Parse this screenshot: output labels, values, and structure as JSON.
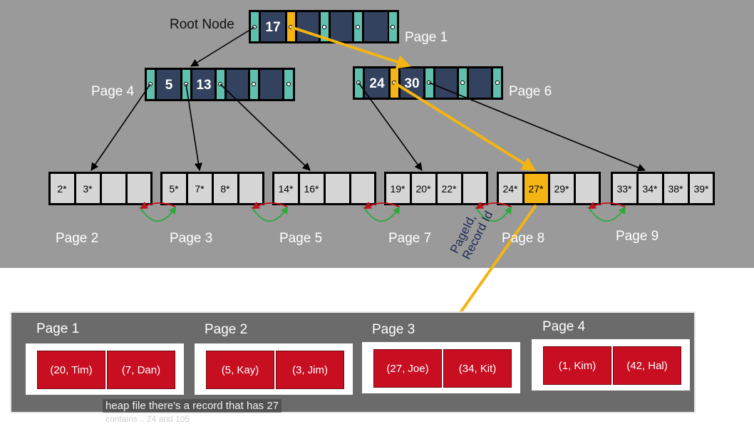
{
  "labels": {
    "root_node": "Root Node",
    "page1": "Page 1",
    "page4": "Page 4",
    "page6": "Page 6",
    "page2": "Page 2",
    "page3": "Page 3",
    "page5": "Page 5",
    "page7": "Page 7",
    "page8": "Page 8",
    "page9": "Page 9",
    "pointer_line1": "PageId,",
    "pointer_line2": "Record Id"
  },
  "internal_nodes": {
    "root": {
      "keys": [
        "17"
      ]
    },
    "page4": {
      "keys": [
        "5",
        "13"
      ]
    },
    "page6": {
      "keys": [
        "24",
        "30"
      ]
    }
  },
  "leaves": [
    {
      "keys": [
        "2*",
        "3*",
        "",
        ""
      ]
    },
    {
      "keys": [
        "5*",
        "7*",
        "8*",
        ""
      ]
    },
    {
      "keys": [
        "14*",
        "16*",
        "",
        ""
      ]
    },
    {
      "keys": [
        "19*",
        "20*",
        "22*",
        ""
      ]
    },
    {
      "keys": [
        "24*",
        "27*",
        "29*",
        ""
      ]
    },
    {
      "keys": [
        "33*",
        "34*",
        "38*",
        "39*"
      ]
    }
  ],
  "heap_file": {
    "pages": [
      {
        "label": "Page 1",
        "records": [
          "(20, Tim)",
          "(7, Dan)"
        ]
      },
      {
        "label": "Page 2",
        "records": [
          "(5, Kay)",
          "(3, Jim)"
        ]
      },
      {
        "label": "Page 3",
        "records": [
          "(27, Joe)",
          "(34, Kit)"
        ]
      },
      {
        "label": "Page 4",
        "records": [
          "(1, Kim)",
          "(42, Hal)"
        ]
      }
    ]
  },
  "caption": {
    "line1": "heap file there's a record that has 27",
    "line2": "contains .. 24 and 105"
  },
  "colors": {
    "node_key": "#33425e",
    "node_pointer": "#5fc0ad",
    "highlight": "#f3b414",
    "leaf_cell": "#d6d6d6",
    "record": "#c80e21",
    "sibling_next": "#2fa83c",
    "sibling_prev": "#c2121d"
  }
}
